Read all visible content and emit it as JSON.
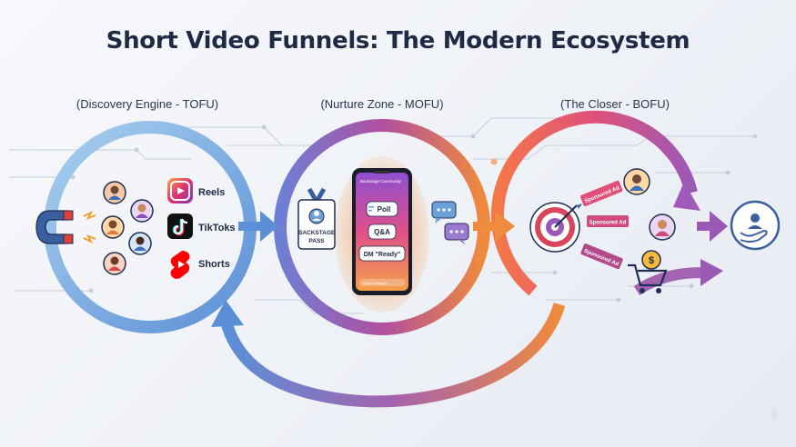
{
  "title": "Short Video Funnels: The Modern Ecosystem",
  "stages": [
    {
      "label": "(Discovery Engine - TOFU)"
    },
    {
      "label": "(Nurture Zone - MOFU)"
    },
    {
      "label": "(The Closer - BOFU)"
    }
  ],
  "platforms": [
    {
      "name": "Reels",
      "icon": "reels-icon",
      "color": "#d62976"
    },
    {
      "name": "TikToks",
      "icon": "tiktok-icon",
      "color": "#111111"
    },
    {
      "name": "Shorts",
      "icon": "youtube-shorts-icon",
      "color": "#ff0000"
    }
  ],
  "badge": {
    "line1": "BACKSTAGE",
    "line2": "PASS"
  },
  "phone": {
    "header": "Backstage Community",
    "bubbles": [
      "Poll",
      "Q&A",
      "DM \"Ready\""
    ],
    "footer": "Send message"
  },
  "ads": [
    "Sponsored Ad",
    "Sponsored Ad",
    "Sponsored Ad"
  ],
  "colors": {
    "blue": "#6a9fd8",
    "purple": "#9b59b6",
    "orange": "#f08a3c",
    "pink": "#e0507a",
    "title": "#1f2a44"
  }
}
